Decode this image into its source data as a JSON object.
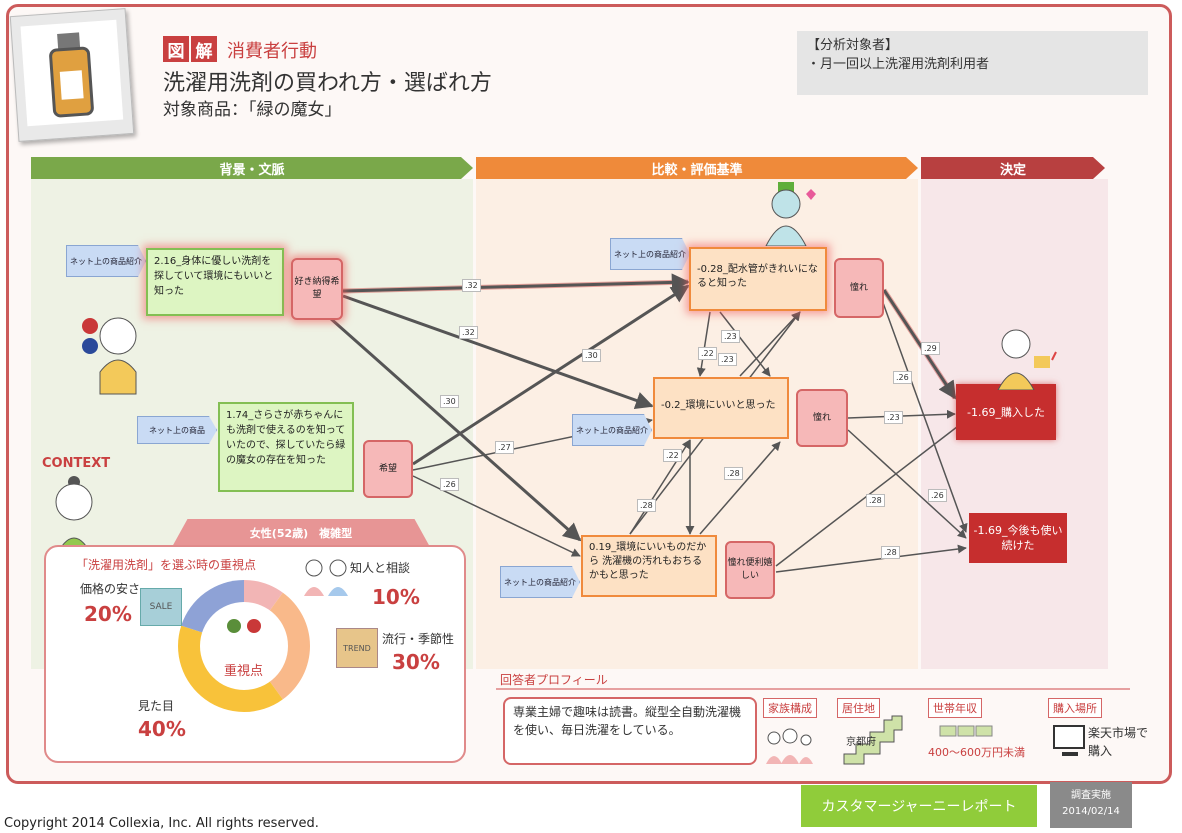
{
  "header": {
    "tag_chars": [
      "図",
      "解"
    ],
    "category": "消費者行動",
    "title": "洗濯用洗剤の買われ方・選ばれ方",
    "product": "対象商品：「緑の魔女」"
  },
  "target": {
    "title": "【分析対象者】",
    "item": "・月一回以上洗濯用洗剤利用者"
  },
  "bands": {
    "context": "背景・文脈",
    "compare": "比較・評価基準",
    "decision": "決定"
  },
  "sources": {
    "s1": "ネット上の商品紹介",
    "s2": "ネット上の商品",
    "s3": "ネット上の商品紹介",
    "s4": "ネット上の商品紹介",
    "s5": "ネット上の商品紹介"
  },
  "nodes": {
    "g1": "2.16_身体に優しい洗剤を探していて環境にもいいと知った",
    "g2": "1.74_さらさが赤ちゃんにも洗剤で使えるのを知っていたので、探していたら緑の魔女の存在を知った",
    "o1": "-0.28_配水管がきれいになると知った",
    "o2": "-0.2_環境にいいと思った",
    "o3": "0.19_環境にいいものだから 洗濯機の汚れもおちるかもと思った",
    "d1": "-1.69_購入した",
    "d2": "-1.69_今後も使い続けた"
  },
  "emotions": {
    "e1": "好き納得希望",
    "e2": "希望",
    "e3": "憧れ",
    "e4": "憧れ",
    "e5": "憧れ便利嬉しい"
  },
  "weights": [
    ".32",
    ".32",
    ".30",
    ".30",
    ".27",
    ".26",
    ".23",
    ".23",
    ".22",
    ".22",
    ".28",
    ".28",
    ".29",
    ".26",
    ".23",
    ".26",
    ".28",
    ".28"
  ],
  "context_label": "CONTEXT",
  "person": {
    "header": "女性(52歳)　複雑型",
    "pref_title": "「洗濯用洗剤」を選ぶ時の重視点",
    "center": "重視点",
    "items": [
      {
        "label": "価格の安さ",
        "pct": "20%"
      },
      {
        "label": "知人と相談",
        "pct": "10%"
      },
      {
        "label": "流行・季節性",
        "pct": "30%"
      },
      {
        "label": "見た目",
        "pct": "40%"
      }
    ],
    "sale": "SALE",
    "trend": "TREND"
  },
  "colors": {
    "price": "#8ea2d6",
    "friends": "#f2b5b5",
    "trend": "#f9b98a",
    "looks": "#f8c23a"
  },
  "profile": {
    "title": "回答者プロフィール",
    "text": "専業主婦で趣味は読書。縦型全自動洗濯機を使い、毎日洗濯をしている。",
    "tags": {
      "family": "家族構成",
      "residence": "居住地",
      "income": "世帯年収",
      "place": "購入場所"
    },
    "residence_value": "京都府",
    "income_value": "400〜600万円未満",
    "place_value": "楽天市場で購入"
  },
  "footer": {
    "report": "カスタマージャーニーレポート",
    "survey": "調査実施",
    "date": "2014/02/14",
    "copyright": "Copyright 2014 Collexia, Inc. All rights reserved."
  }
}
